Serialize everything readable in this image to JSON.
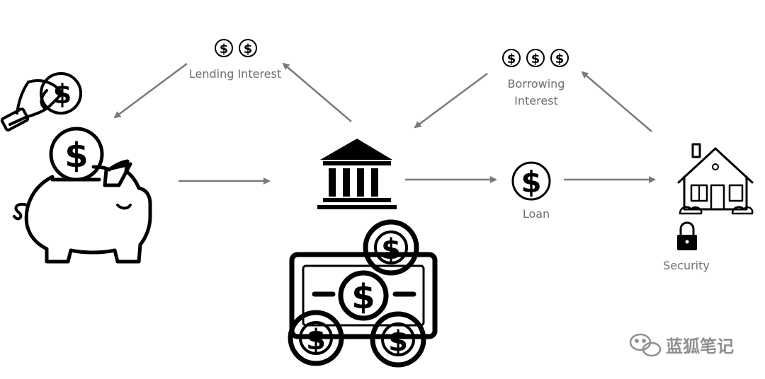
{
  "labels": {
    "lending_interest": "Lending Interest",
    "borrowing_interest_line1": "Borrowing",
    "borrowing_interest_line2": "Interest",
    "loan": "Loan",
    "security": "Security"
  },
  "watermark": {
    "text": "蓝狐笔记"
  },
  "icons": {
    "dollar": "$",
    "piggy_bank": "piggy-bank-icon",
    "bank": "bank-building-icon",
    "house": "house-icon",
    "lock": "padlock-icon",
    "money": "banknote-coins-icon",
    "hand_coin": "hand-coin-icon"
  },
  "colors": {
    "arrow": "#7a7a7a",
    "icon": "#000000",
    "label": "#6f6f6f"
  }
}
